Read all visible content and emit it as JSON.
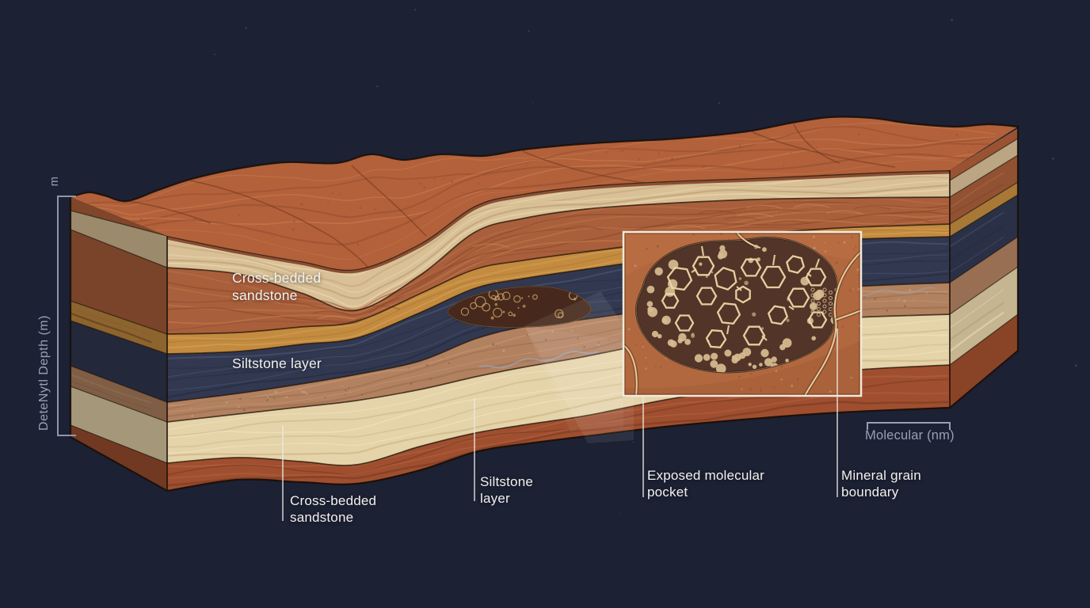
{
  "axis": {
    "top_unit": "m",
    "label": "DeteNytl Depth (m)"
  },
  "scale_bar": {
    "label": "Molecular (nm)"
  },
  "strata": [
    {
      "id": "surface-terrain",
      "color": "#b2613a"
    },
    {
      "id": "upper-pale-sandstone",
      "color": "#d9c097"
    },
    {
      "id": "cross-bedded-sandstone",
      "color": "#a95f3b",
      "label": "Cross-bedded sandstone"
    },
    {
      "id": "ochre-sandstone",
      "color": "#c38b3f"
    },
    {
      "id": "siltstone-layer",
      "color": "#313850",
      "label": "Siltstone layer"
    },
    {
      "id": "silty-tan-sandstone",
      "color": "#b28160"
    },
    {
      "id": "lower-pale-sandstone",
      "color": "#e5d3a9"
    },
    {
      "id": "basal-red-sandstone",
      "color": "#9f4f2f"
    }
  ],
  "callouts": {
    "cross_bedded": "Cross-bedded sandstone",
    "siltstone": "Siltstone layer",
    "molecular_pocket": "Exposed molecular pocket",
    "grain_boundary": "Mineral grain boundary"
  },
  "palette": {
    "background": "#1c2134",
    "label_white": "#f3f1ed",
    "label_muted": "#98a0b4",
    "leader_line": "#edeae3",
    "outline": "#1a0f09",
    "axis_line": "#8e96aa",
    "inset_matrix": "#b2683f",
    "inset_pocket": "#523528",
    "inset_border": "#f2ead9",
    "molecule_stroke": "#eed7a6",
    "grain_fill": "#d8bc91",
    "crack_light": "#ecd3a0",
    "pocket_lens": "#46291c",
    "lens_rings": "#c79b63",
    "beam": "#ffffff"
  }
}
